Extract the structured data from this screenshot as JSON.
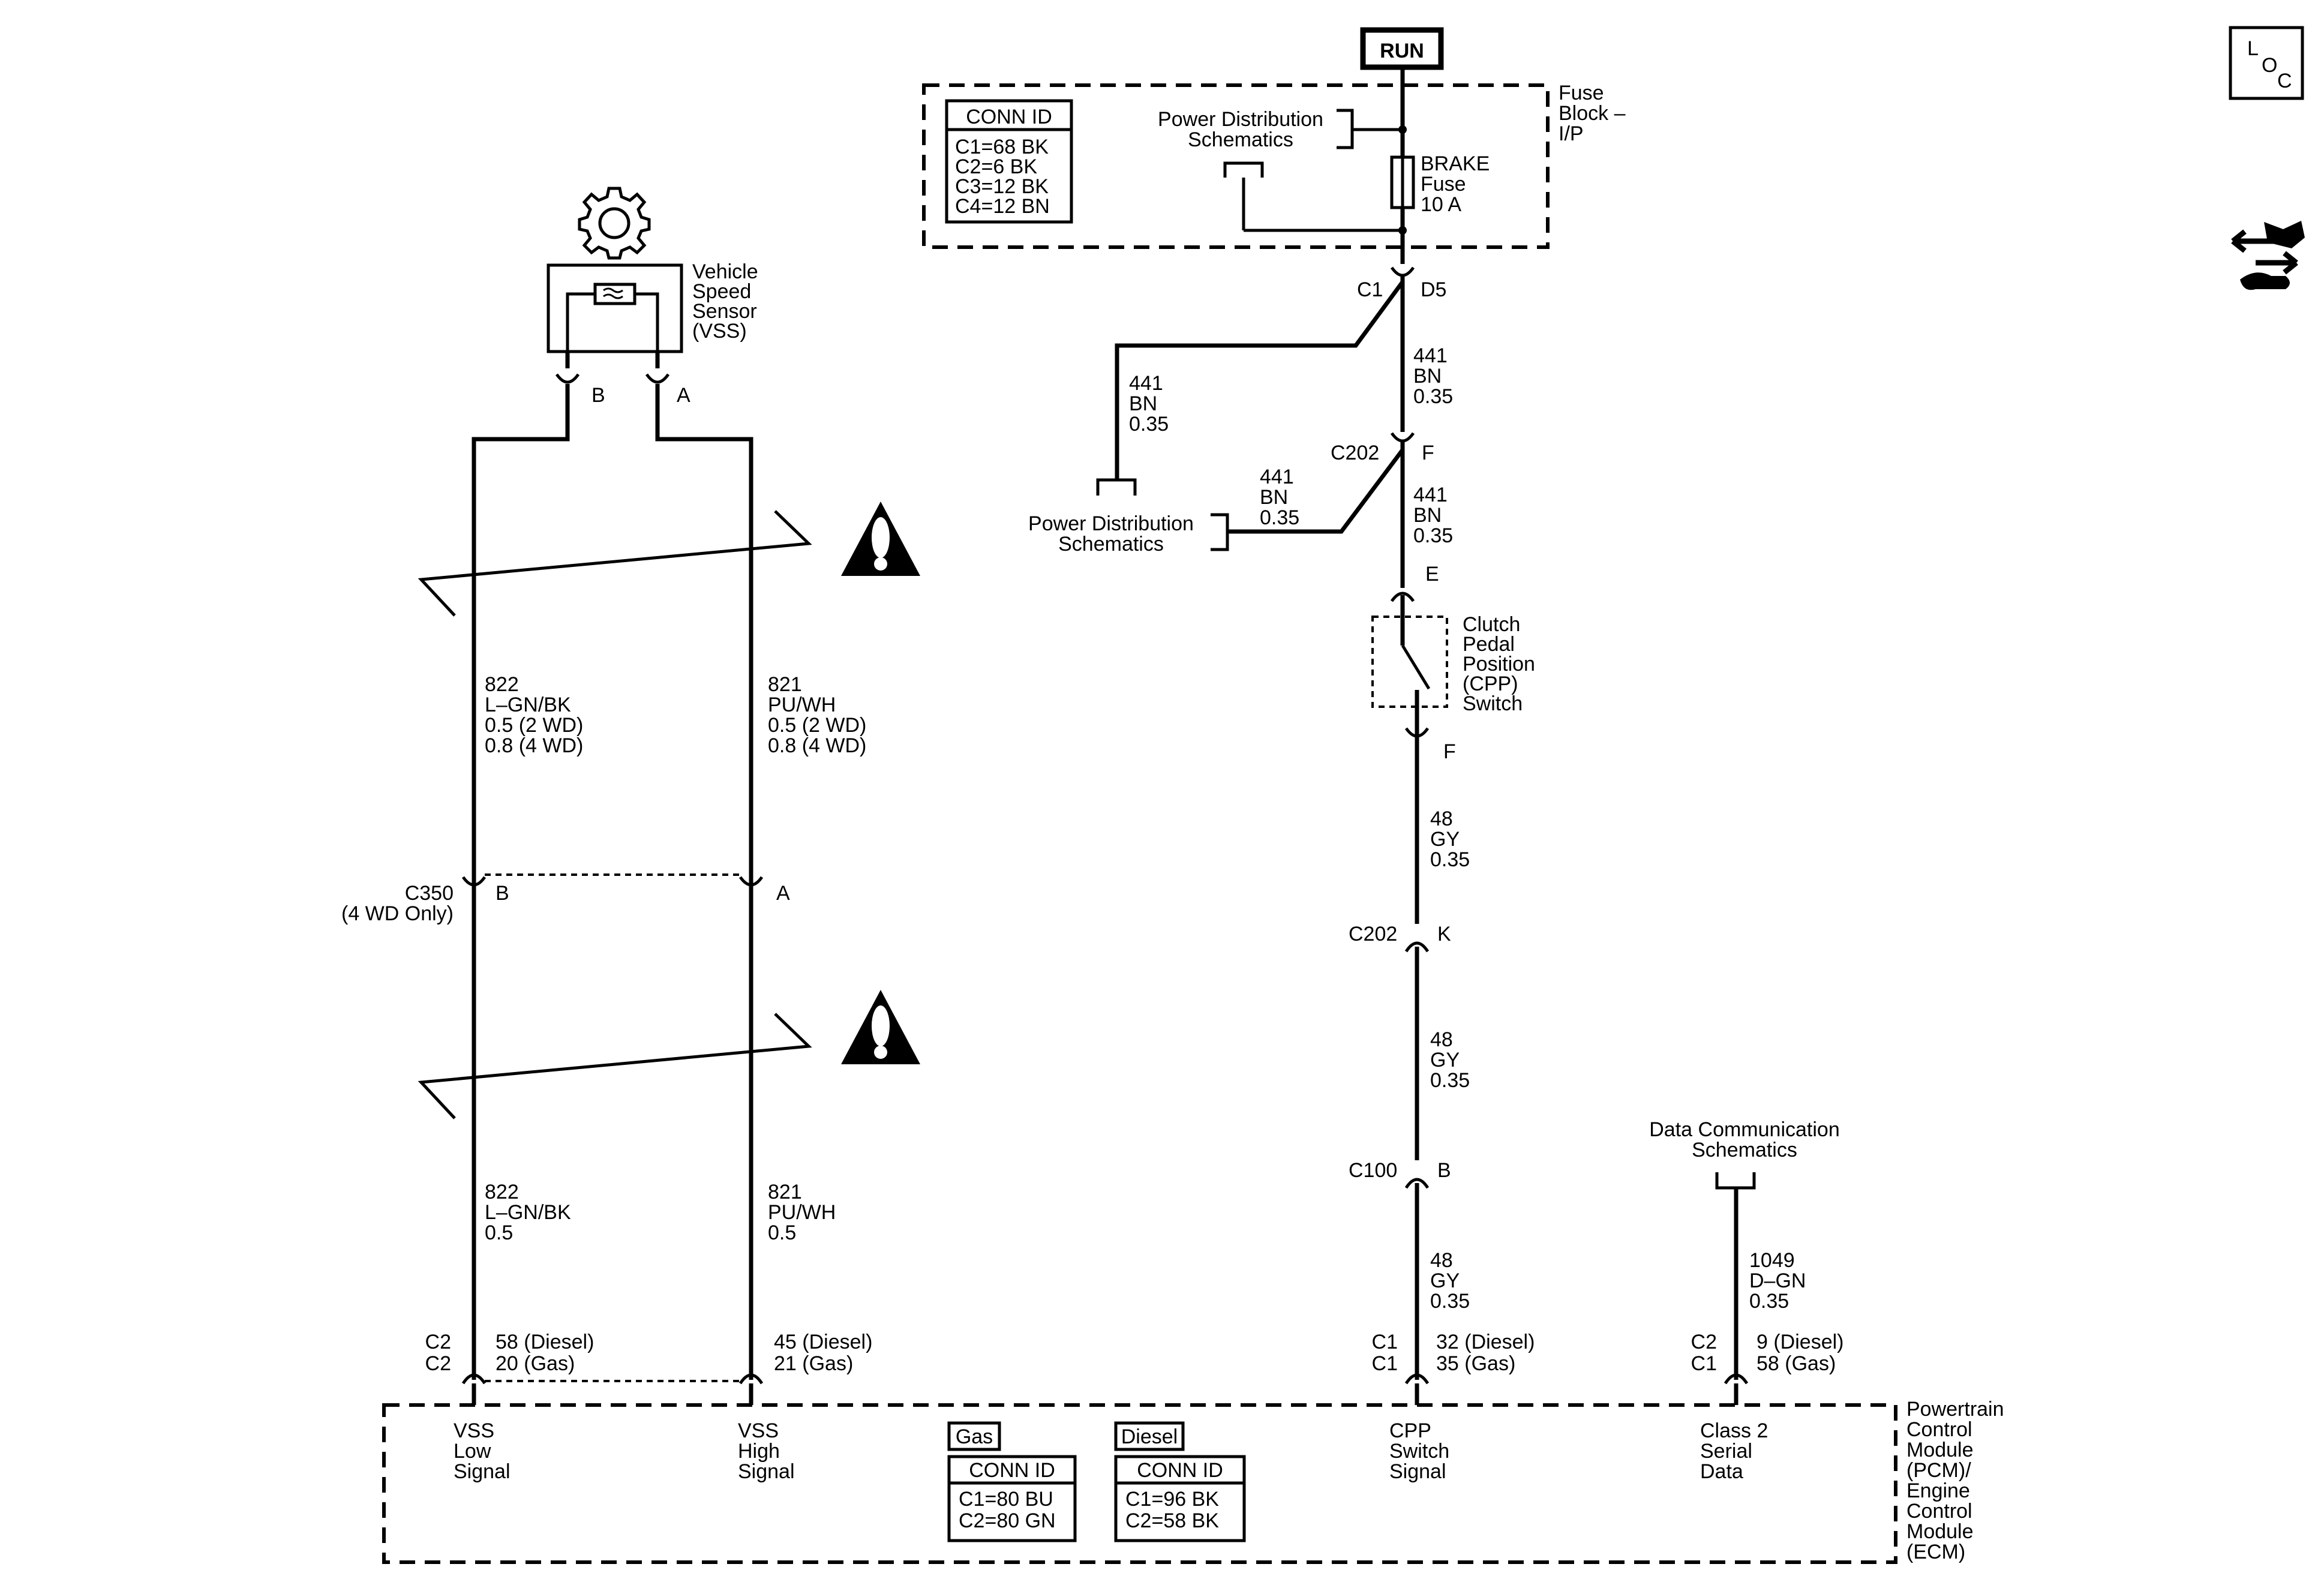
{
  "power": {
    "run": "RUN",
    "fuse_block": [
      "Fuse",
      "Block –",
      "I/P"
    ],
    "fuse": [
      "BRAKE",
      "Fuse",
      "10 A"
    ],
    "pd_top": [
      "Power Distribution",
      "Schematics"
    ],
    "pd_left": [
      "Power Distribution",
      "Schematics"
    ],
    "conn_title": "CONN ID",
    "conn_rows": [
      "C1=68 BK",
      "C2=6 BK",
      "C3=12 BK",
      "C4=12 BN"
    ]
  },
  "vss": {
    "name": [
      "Vehicle",
      "Speed",
      "Sensor",
      "(VSS)"
    ],
    "pin_b": "B",
    "pin_a": "A",
    "icon": "gear-icon"
  },
  "wires": {
    "w822_upper": [
      "822",
      "L–GN/BK",
      "0.5 (2 WD)",
      "0.8 (4 WD)"
    ],
    "w821_upper": [
      "821",
      "PU/WH",
      "0.5 (2 WD)",
      "0.8 (4 WD)"
    ],
    "w822_lower": [
      "822",
      "L–GN/BK",
      "0.5"
    ],
    "w821_lower": [
      "821",
      "PU/WH",
      "0.5"
    ],
    "w441_a": [
      "441",
      "BN",
      "0.35"
    ],
    "w441_b": [
      "441",
      "BN",
      "0.35"
    ],
    "w441_c": [
      "441",
      "BN",
      "0.35"
    ],
    "w441_d": [
      "441",
      "BN",
      "0.35"
    ],
    "w48_a": [
      "48",
      "GY",
      "0.35"
    ],
    "w48_b": [
      "48",
      "GY",
      "0.35"
    ],
    "w48_c": [
      "48",
      "GY",
      "0.35"
    ],
    "w1049": [
      "1049",
      "D–GN",
      "0.35"
    ]
  },
  "connectors": {
    "c1": "C1",
    "d5": "D5",
    "c202_top": "C202",
    "c202_top_pin": "F",
    "cpp_e": "E",
    "cpp_f": "F",
    "c202_mid": "C202",
    "c202_mid_pin": "K",
    "c100": "C100",
    "c100_pin": "B",
    "c350": [
      "C350",
      "(4 WD Only)"
    ],
    "c350_b": "B",
    "c350_a": "A"
  },
  "cpp_switch": [
    "Clutch",
    "Pedal",
    "Position",
    "(CPP)",
    "Switch"
  ],
  "data_comm": [
    "Data Communication",
    "Schematics"
  ],
  "pcm": {
    "name": [
      "Powertrain",
      "Control",
      "Module",
      "(PCM)/",
      "Engine",
      "Control",
      "Module",
      "(ECM)"
    ],
    "vss_low_conn": [
      "C2",
      "C2"
    ],
    "vss_low_pins": [
      "58 (Diesel)",
      "20 (Gas)"
    ],
    "vss_high_pins": [
      "45 (Diesel)",
      "21 (Gas)"
    ],
    "cpp_conn": [
      "C1",
      "C1"
    ],
    "cpp_pins": [
      "32 (Diesel)",
      "35 (Gas)"
    ],
    "class2_conn": [
      "C2",
      "C1"
    ],
    "class2_pins": [
      "9 (Diesel)",
      "58 (Gas)"
    ],
    "vss_low": [
      "VSS",
      "Low",
      "Signal"
    ],
    "vss_high": [
      "VSS",
      "High",
      "Signal"
    ],
    "cpp": [
      "CPP",
      "Switch",
      "Signal"
    ],
    "class2": [
      "Class 2",
      "Serial",
      "Data"
    ],
    "gas_label": "Gas",
    "diesel_label": "Diesel",
    "gas_conn_title": "CONN ID",
    "gas_conn_rows": [
      "C1=80 BU",
      "C2=80 GN"
    ],
    "diesel_conn_title": "CONN ID",
    "diesel_conn_rows": [
      "C1=96 BK",
      "C2=58 BK"
    ]
  },
  "side_icons": {
    "loc": [
      "L",
      "O",
      "C"
    ],
    "loc_icon": "location-view-icon",
    "component_icon": "component-view-icon"
  },
  "warning_icon": "warning-icon"
}
